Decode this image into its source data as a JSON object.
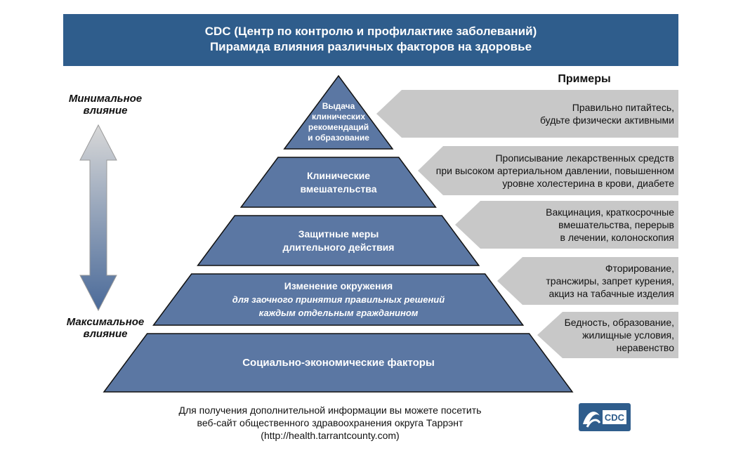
{
  "title": {
    "line1": "CDC (Центр по контролю и профилактике заболеваний)",
    "line2": "Пирамида влияния различных факторов на здоровье"
  },
  "examples_heading": "Примеры",
  "axis": {
    "top_line1": "Минимальное",
    "top_line2": "влияние",
    "bottom_line1": "Максимальное",
    "bottom_line2": "влияние"
  },
  "tiers": [
    {
      "lines": [
        "Выдача",
        "клинических",
        "рекомендаций",
        "и образование"
      ],
      "italic_lines": []
    },
    {
      "lines": [
        "Клинические",
        "вмешательства"
      ],
      "italic_lines": []
    },
    {
      "lines": [
        "Защитные меры",
        "длительного действия"
      ],
      "italic_lines": []
    },
    {
      "lines": [
        "Изменение окружения"
      ],
      "italic_lines": [
        "для заочного принятия правильных решений",
        "каждым отдельным гражданином"
      ]
    },
    {
      "lines": [
        "Социально-экономические факторы"
      ],
      "italic_lines": []
    }
  ],
  "examples": [
    [
      "Правильно питайтесь,",
      "будьте физически активными"
    ],
    [
      "Прописывание лекарственных средств",
      "при высоком артериальном давлении, повышенном",
      "уровне холестерина в крови, диабете"
    ],
    [
      "Вакцинация, краткосрочные",
      "вмешательства, перерыв",
      "в лечении, колоноскопия"
    ],
    [
      "Фторирование,",
      "трансжиры, запрет курения,",
      "акциз на табачные изделия"
    ],
    [
      "Бедность, образование,",
      "жилищные условия,",
      "неравенство"
    ]
  ],
  "footer": {
    "line1": "Для получения дополнительной информации вы можете посетить",
    "line2": "веб-сайт общественного здравоохранения округа Таррэнт",
    "line3": "(http://health.tarrantcounty.com)"
  },
  "logo_text": "CDC",
  "colors": {
    "title_bar": "#2f5d8c",
    "tier_fill": "#5b77a3",
    "arrow_fill": "#c8c8c8",
    "axis_arrow_top": "#d6d6d6",
    "axis_arrow_bottom": "#4a6a99"
  }
}
